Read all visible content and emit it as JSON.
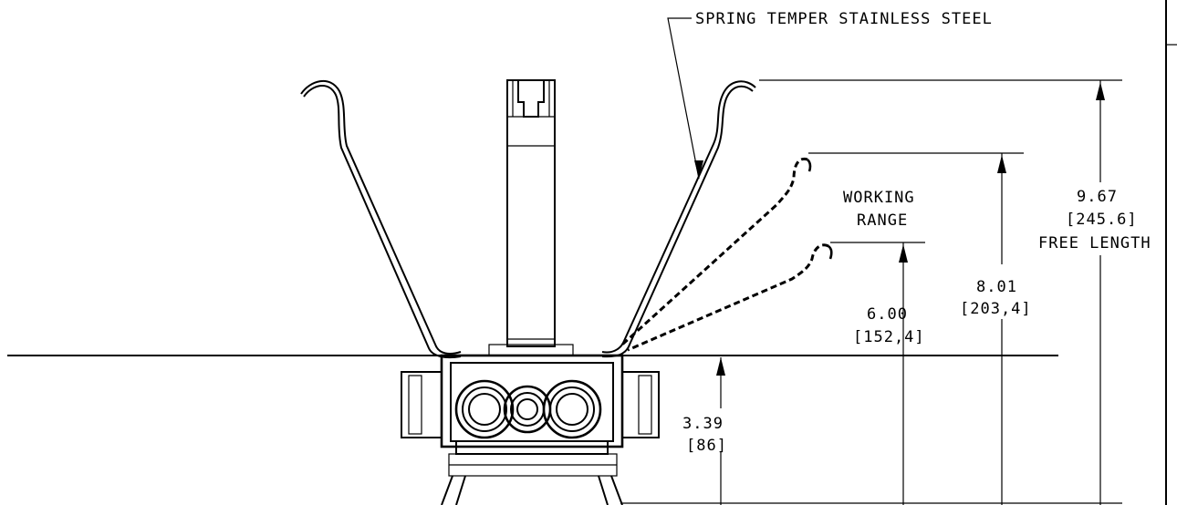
{
  "callout": {
    "material": "SPRING TEMPER STAINLESS STEEL"
  },
  "labels": {
    "working_range_line1": "WORKING",
    "working_range_line2": "RANGE"
  },
  "dimensions": {
    "free_length": {
      "in": "9.67",
      "mm": "[245.6]",
      "note": "FREE LENGTH"
    },
    "upper_working": {
      "in": "8.01",
      "mm": "[203,4]"
    },
    "lower_working": {
      "in": "6.00",
      "mm": "[152,4]"
    },
    "base_height": {
      "in": "3.39",
      "mm": "[86]"
    }
  }
}
